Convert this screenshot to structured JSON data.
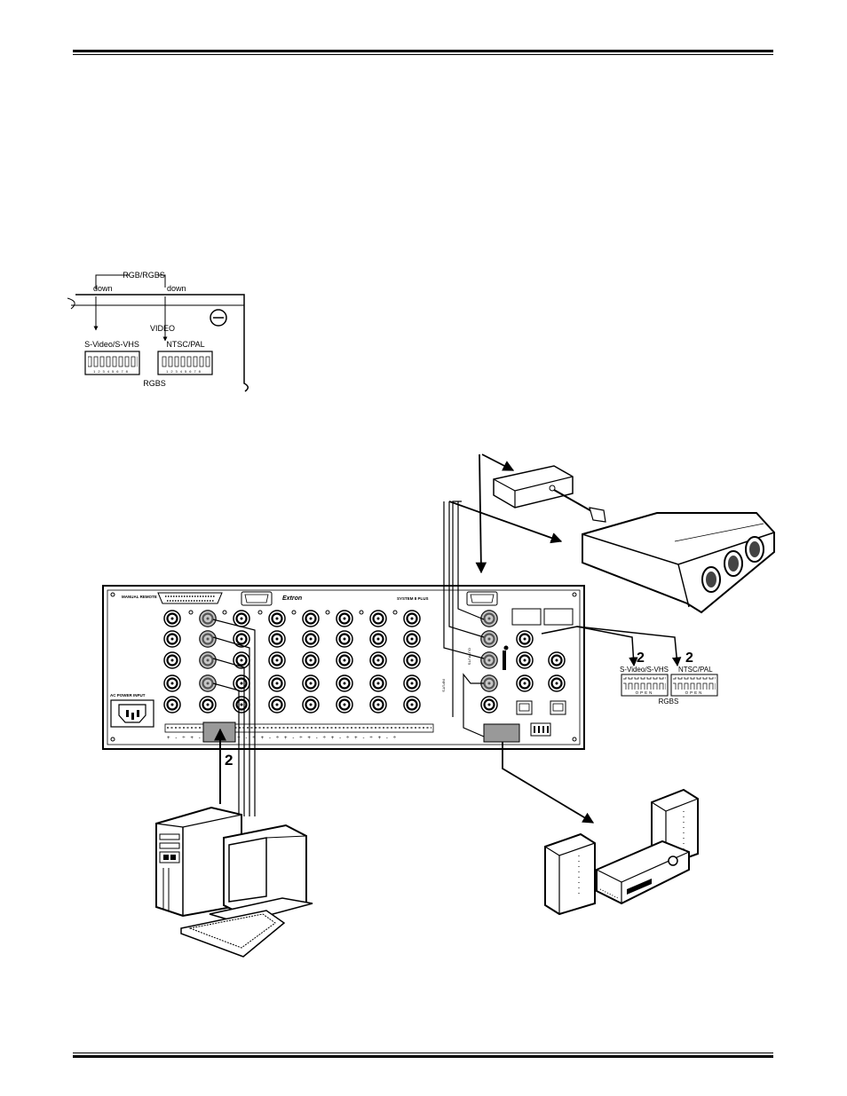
{
  "inset": {
    "rgb_rgbs": "RGB/RGBS",
    "down_left": "down",
    "down_right": "down",
    "video": "VIDEO",
    "svideo": "S-Video/S-VHS",
    "ntsc": "NTSC/PAL",
    "rgbs": "RGBS"
  },
  "panel": {
    "manual_remote": "MANUAL REMOTE",
    "brand": "Extron",
    "model": "SYSTEM 8 PLUS",
    "ac_power": "AC POWER INPUT",
    "outputs": "OUTPUTS",
    "inputs": "INPUTS"
  },
  "switch_detail": {
    "num_left": "2",
    "num_right": "2",
    "svideo": "S-Video/S-VHS",
    "ntsc": "NTSC/PAL",
    "rgbs": "RGBS",
    "open_left": "OPEN",
    "open_right": "OPEN"
  },
  "callouts": {
    "input_terminal": "2"
  }
}
